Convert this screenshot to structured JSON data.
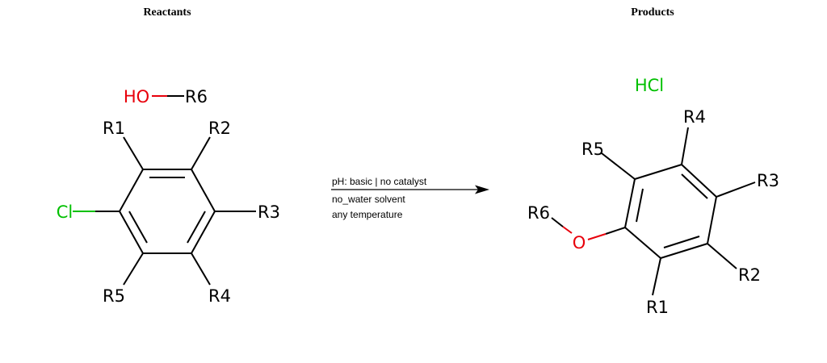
{
  "headings": {
    "reactants": "Reactants",
    "products": "Products"
  },
  "colors": {
    "bond": "#000000",
    "oxygen": "#e8000b",
    "chlorine": "#00c000"
  },
  "reactants": {
    "alcohol": {
      "hydroxyl": "HO",
      "r6": "R6"
    },
    "chloroarene": {
      "chlorine": "Cl",
      "r1": "R1",
      "r2": "R2",
      "r3": "R3",
      "r4": "R4",
      "r5": "R5"
    }
  },
  "conditions": {
    "line1": "pH: basic | no catalyst",
    "line2": "no_water solvent",
    "line3": "any temperature"
  },
  "products": {
    "hcl": "HCl",
    "ether": {
      "r6": "R6",
      "oxygen": "O",
      "r1": "R1",
      "r2": "R2",
      "r3": "R3",
      "r4": "R4",
      "r5": "R5"
    }
  }
}
